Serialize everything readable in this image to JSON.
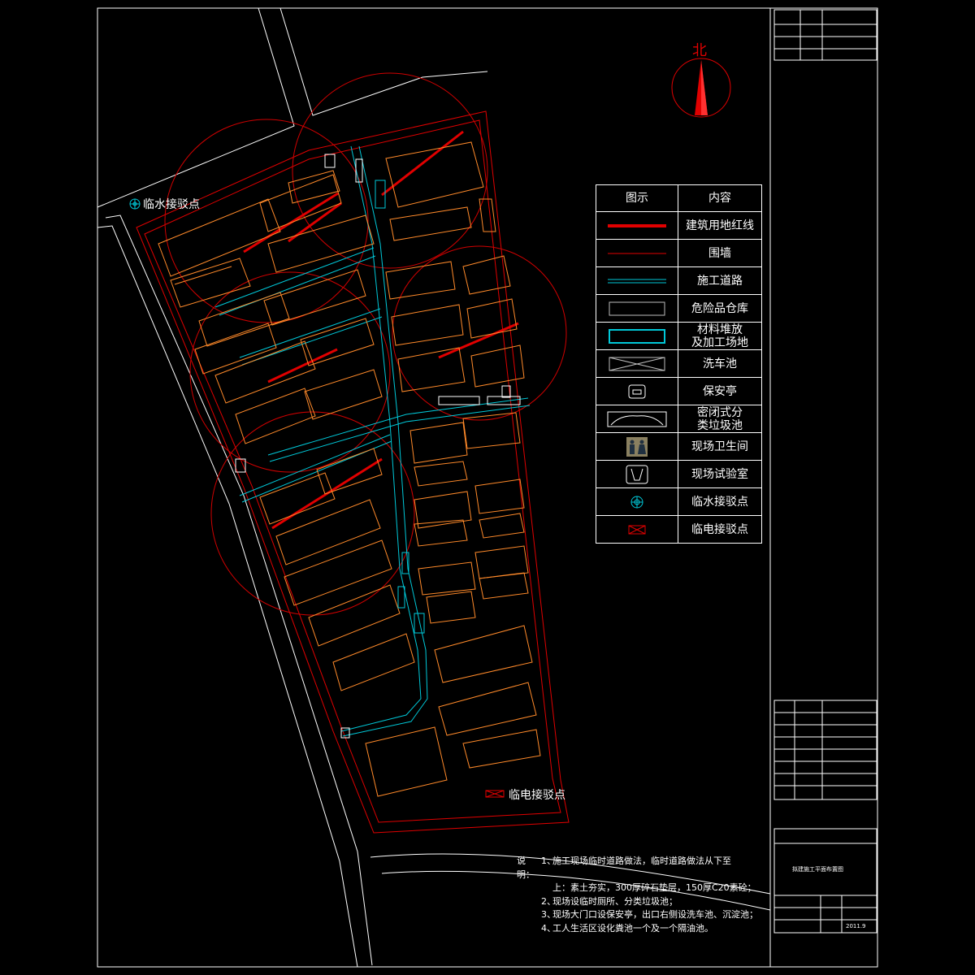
{
  "north_label": "北",
  "water_point_label": "临水接驳点",
  "power_point_label": "临电接驳点",
  "legend": {
    "header_symbol": "图示",
    "header_content": "内容",
    "items": [
      {
        "icon": "red-line-thick-icon",
        "label_lines": [
          "建筑用地红线"
        ]
      },
      {
        "icon": "red-line-thin-icon",
        "label_lines": [
          "围墙"
        ]
      },
      {
        "icon": "cyan-double-line-icon",
        "label_lines": [
          "施工道路"
        ]
      },
      {
        "icon": "warehouse-box-icon",
        "label_lines": [
          "危险品仓库"
        ]
      },
      {
        "icon": "cyan-box-icon",
        "label_lines": [
          "材料堆放",
          "及加工场地"
        ]
      },
      {
        "icon": "wash-pool-icon",
        "label_lines": [
          "洗车池"
        ]
      },
      {
        "icon": "guard-booth-icon",
        "label_lines": [
          "保安亭"
        ]
      },
      {
        "icon": "garbage-pool-icon",
        "label_lines": [
          "密闭式分",
          "类垃圾池"
        ]
      },
      {
        "icon": "toilet-icon",
        "label_lines": [
          "现场卫生间"
        ]
      },
      {
        "icon": "lab-icon",
        "label_lines": [
          "现场试验室"
        ]
      },
      {
        "icon": "water-point-icon",
        "label_lines": [
          "临水接驳点"
        ]
      },
      {
        "icon": "power-point-icon",
        "label_lines": [
          "临电接驳点"
        ]
      }
    ]
  },
  "notes": {
    "prefix": "说明：",
    "items": [
      {
        "num": "1、",
        "lines": [
          "施工现场临时道路做法，临时道路做法从下至",
          "上：素土夯实，300厚碎石垫层，150厚C20素砼；"
        ]
      },
      {
        "num": "2、",
        "lines": [
          "现场设临时厕所、分类垃圾池；"
        ]
      },
      {
        "num": "3、",
        "lines": [
          "现场大门口设保安亭，出口右侧设洗车池、沉淀池；"
        ]
      },
      {
        "num": "4、",
        "lines": [
          "工人生活区设化粪池一个及一个隔油池。"
        ]
      }
    ]
  },
  "title_block": {
    "drawing_name": "拟建施工平面布置图",
    "date": "2011.9"
  },
  "colors": {
    "redline": "#e00000",
    "wall": "#e00000",
    "road": "#00c8d8",
    "building": "#ff8a2a",
    "frame": "#ffffff"
  }
}
